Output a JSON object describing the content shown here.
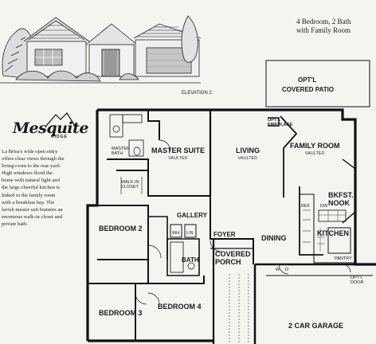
{
  "header": {
    "line1": "4 Bedroom, 2 Bath",
    "line2": "with Family Room",
    "elevation": "ELEVATION 2"
  },
  "logo": {
    "name": "Mesquite",
    "sub": "RIDGE"
  },
  "description": [
    "La Brisa's wide open entry",
    "offers clear views through the",
    "living room to the rear yard.",
    "High windows flood the",
    "home with natural light and",
    "the large cheerful kitchen is",
    "linked to the family room",
    "with a breakfast bay. The",
    "lavish master suit features an",
    "enormous walk-in closet and",
    "private bath."
  ],
  "rooms": {
    "patio_1": "OPT'L",
    "patio_2": "COVERED PATIO",
    "master": "MASTER SUITE",
    "master_sub": "VAULTED",
    "living": "LIVING",
    "living_sub": "VAULTED",
    "fireplace_1": "OPT'L",
    "fireplace_2": "FIREPLACE",
    "family": "FAMILY ROOM",
    "family_sub": "VAULTED",
    "nook_1": "BKFST.",
    "nook_2": "NOOK",
    "master_bath_1": "MASTER",
    "master_bath_2": "BATH",
    "walkin_1": "WALK IN",
    "walkin_2": "CLOSET",
    "bedroom2": "BEDROOM 2",
    "gallery": "GALLERY",
    "foyer": "FOYER",
    "dining": "DINING",
    "kitchen": "KITCHEN",
    "bath": "BATH",
    "porch_1": "COVERED",
    "porch_2": "PORCH",
    "pantry": "PANTRY",
    "door_1": "OPT'L",
    "door_2": "DOOR",
    "bedroom3": "BEDROOM 3",
    "bedroom4": "BEDROOM 4",
    "garage": "2 CAR GARAGE",
    "wh": "WH",
    "lin": "LIN",
    "dw": "DW",
    "w": "W",
    "d": "D",
    "ref": "REF"
  }
}
